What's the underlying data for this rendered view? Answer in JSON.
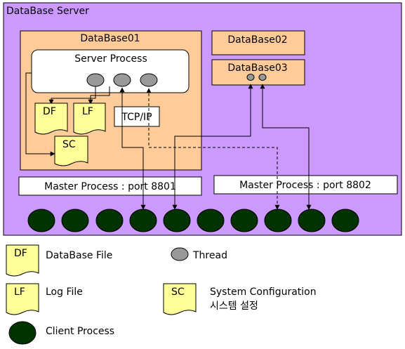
{
  "server": {
    "title": "DataBase Server"
  },
  "db01": {
    "title": "DataBase01"
  },
  "db02": {
    "title": "DataBase02"
  },
  "db03": {
    "title": "DataBase03"
  },
  "server_process": {
    "title": "Server Process"
  },
  "files": {
    "df": "DF",
    "lf": "LF",
    "sc": "SC"
  },
  "tcpip": {
    "label": "TCP/IP"
  },
  "master1": {
    "label": "Master Process : port 8801"
  },
  "master2": {
    "label": "Master Process : port 8802"
  },
  "legend": {
    "df_symbol": "DF",
    "df_label": "DataBase File",
    "lf_symbol": "LF",
    "lf_label": "Log File",
    "thread_label": "Thread",
    "sc_symbol": "SC",
    "sc_label_1": "System Configuration",
    "sc_label_2": "시스템 설정",
    "client_label": "Client Process"
  },
  "colors": {
    "server_bg": "#cc99ff",
    "db_bg": "#ffcc99",
    "file_bg": "#ffff99",
    "thread": "#999999",
    "client": "#003300"
  }
}
